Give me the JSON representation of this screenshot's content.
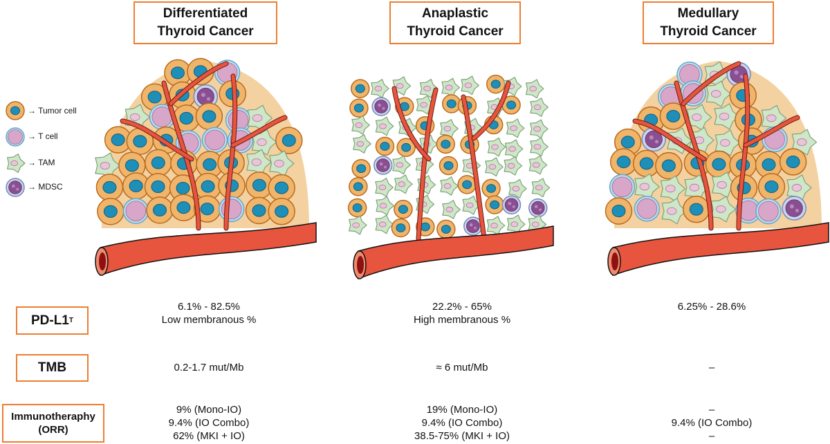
{
  "titles": {
    "dtc": [
      "Differentiated",
      "Thyroid Cancer"
    ],
    "atc": [
      "Anaplastic",
      "Thyroid Cancer"
    ],
    "mtc": [
      "Medullary",
      "Thyroid Cancer"
    ]
  },
  "legend": [
    {
      "key": "tumor",
      "label": "→ Tumor cell"
    },
    {
      "key": "tcell",
      "label": "→ T cell"
    },
    {
      "key": "tam",
      "label": "→ TAM"
    },
    {
      "key": "mdsc",
      "label": "→ MDSC"
    }
  ],
  "rows": {
    "pdl1": {
      "label": "PD-L1",
      "sup": "T",
      "dtc": [
        "6.1% - 82.5%",
        "Low membranous %"
      ],
      "atc": [
        "22.2% - 65%",
        "High membranous %"
      ],
      "mtc": [
        "6.25% - 28.6%"
      ]
    },
    "tmb": {
      "label": "TMB",
      "dtc": [
        "0.2-1.7 mut/Mb"
      ],
      "atc": [
        "≈ 6 mut/Mb"
      ],
      "mtc": [
        "–"
      ]
    },
    "immuno": {
      "label": [
        "Immunotheraphy",
        "(ORR)"
      ],
      "dtc": [
        "9% (Mono-IO)",
        "9.4% (IO Combo)",
        "62% (MKI + IO)"
      ],
      "atc": [
        "19% (Mono-IO)",
        "9.4% (IO Combo)",
        "38.5-75% (MKI + IO)"
      ],
      "mtc": [
        "–",
        "9.4% (IO Combo)",
        "–"
      ]
    }
  },
  "colors": {
    "accent_border": "#ed7d31",
    "vessel": "#e8553e",
    "tumor_body": "#f0b56a",
    "tumor_nucleus": "#1e8fb8",
    "tcell_body": "#d7a6c9",
    "tcell_ring": "#b8dcef",
    "tam_body": "#cfe6c8",
    "mdsc_body": "#8a4f91"
  }
}
